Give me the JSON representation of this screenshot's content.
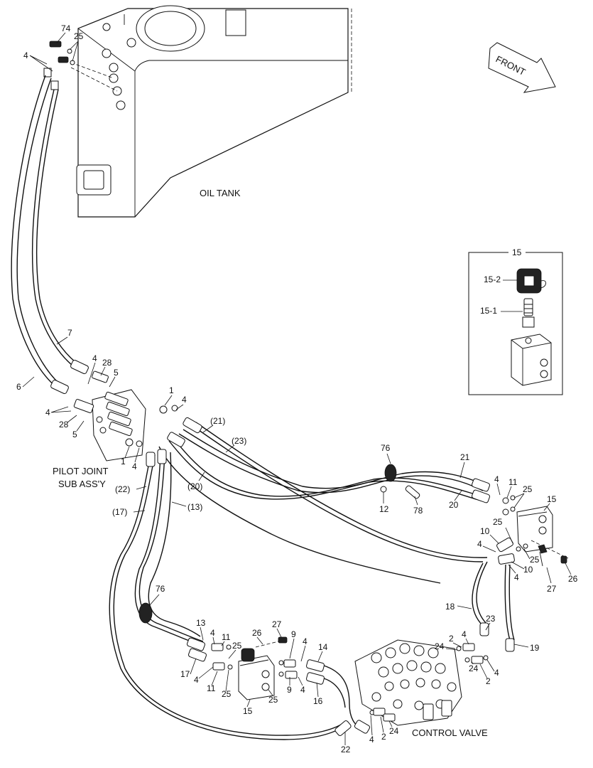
{
  "labels": {
    "front": "FRONT",
    "oil_tank": "OIL TANK",
    "pilot_joint_l1": "PILOT JOINT",
    "pilot_joint_l2": "SUB ASS'Y",
    "control_valve": "CONTROL VALVE"
  },
  "detail_box": {
    "title": "15",
    "part_15_2": "15-2",
    "part_15_1": "15-1"
  },
  "callouts": {
    "n74": "74",
    "n25_top": "25",
    "n4_top": "4",
    "n7": "7",
    "n6": "6",
    "n4_a": "4",
    "n28_a": "28",
    "n5_a": "5",
    "n4_b": "4",
    "n28_b": "28",
    "n5_b": "5",
    "n1_a": "1",
    "n4_c": "4",
    "n1_b": "1",
    "n4_d": "4",
    "p21": "(21)",
    "p23": "(23)",
    "p22": "(22)",
    "p20": "(20)",
    "p17": "(17)",
    "p13": "(13)",
    "n76_a": "76",
    "n21": "21",
    "n20": "20",
    "n12": "12",
    "n78": "78",
    "n4_e": "4",
    "n11_a": "11",
    "n25_a": "25",
    "n15_a": "15",
    "n25_b": "25",
    "n10_a": "10",
    "n4_f": "4",
    "n10_b": "10",
    "n25_c": "25",
    "n26_a": "26",
    "n4_g": "4",
    "n27_a": "27",
    "n18": "18",
    "n23": "23",
    "n19": "19",
    "n2_a": "2",
    "n4_h": "4",
    "n24_a": "24",
    "n24_b": "24",
    "n4_i": "4",
    "n2_b": "2",
    "n76_b": "76",
    "n13": "13",
    "n4_j": "4",
    "n11_b": "11",
    "n25_d": "25",
    "n26_b": "26",
    "n27_b": "27",
    "n9_a": "9",
    "n4_k": "4",
    "n14": "14",
    "n17": "17",
    "n4_l": "4",
    "n11_c": "11",
    "n25_e": "25",
    "n25_f": "25",
    "n15_b": "15",
    "n9_b": "9",
    "n4_m": "4",
    "n16": "16",
    "n4_n": "4",
    "n2_c": "2",
    "n24_c": "24",
    "n22": "22"
  }
}
